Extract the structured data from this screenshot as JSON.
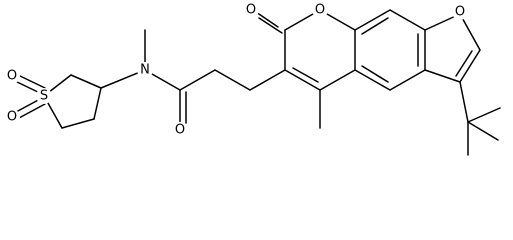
{
  "diagram": {
    "kind": "chemical-structure",
    "atoms": [
      {
        "id": "O_ring_1",
        "text": "O"
      },
      {
        "id": "O_carbonyl_1",
        "text": "O"
      },
      {
        "id": "O_furan",
        "text": "O"
      },
      {
        "id": "O_sulfonyl_1",
        "text": "O"
      },
      {
        "id": "S",
        "text": "S"
      },
      {
        "id": "O_sulfonyl_2",
        "text": "O"
      },
      {
        "id": "N",
        "text": "N"
      },
      {
        "id": "O_amide",
        "text": "O"
      }
    ]
  }
}
